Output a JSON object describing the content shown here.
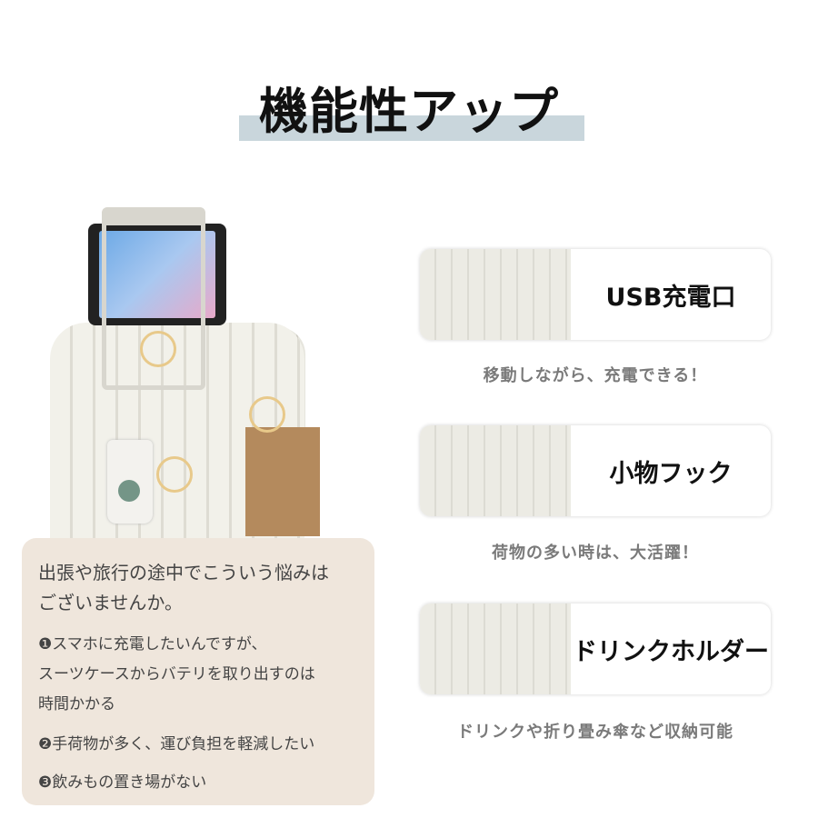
{
  "title": "機能性アップ",
  "features": [
    {
      "label": "USB充電口",
      "caption": "移動しながら、充電できる！"
    },
    {
      "label": "小物フック",
      "caption": "荷物の多い時は、大活躍！"
    },
    {
      "label": "ドリンクホルダー",
      "caption": "ドリンクや折り畳み傘など収納可能"
    }
  ],
  "concerns": {
    "intro_line1": "出張や旅行の途中でこういう悩みは",
    "intro_line2": "ございませんか。",
    "item1_line1": "❶スマホに充電したいんですが、",
    "item1_line2": "スーツケースからバテリを取り出すのは",
    "item1_line3": "時間かかる",
    "item2": "❷手荷物が多く、運び負担を軽減したい",
    "item3": "❸飲みもの置き場がない"
  },
  "colors": {
    "title_bar": "#c9d6dc",
    "box_bg": "#efe6dc",
    "caption": "#7a7a7a"
  }
}
